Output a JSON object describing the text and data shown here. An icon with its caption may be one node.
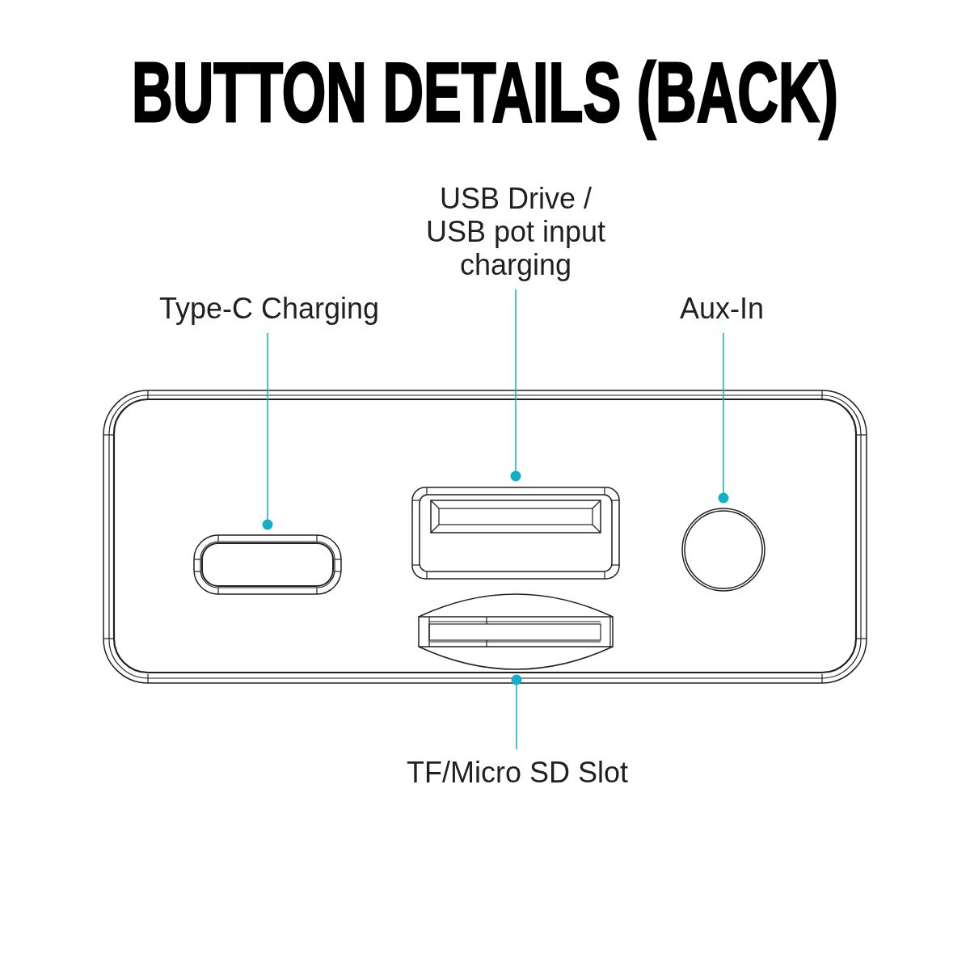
{
  "diagram": {
    "title": "BUTTON DETAILS (BACK)",
    "nodes": [
      {
        "text": [
          "Type-C Charging"
        ]
      },
      {
        "text": [
          "USB Drive / USB pot input charging"
        ]
      },
      {
        "text": [
          "Aux-In"
        ]
      },
      {
        "text": [],
        "shape": "box"
      },
      {
        "text": [],
        "shape": "box"
      },
      {
        "text": [],
        "shape": "circle"
      },
      {
        "text": [],
        "shape": "box"
      },
      {
        "text": [
          "TF/Micro SD Slot"
        ]
      }
    ],
    "edges": [
      {
        "from": 0,
        "to": 3,
        "arrow": "other"
      },
      {
        "from": 1,
        "to": 4,
        "arrow": "other"
      },
      {
        "from": 2,
        "to": 5,
        "arrow": "other"
      },
      {
        "from": 7,
        "to": 6,
        "arrow": "other"
      }
    ]
  }
}
